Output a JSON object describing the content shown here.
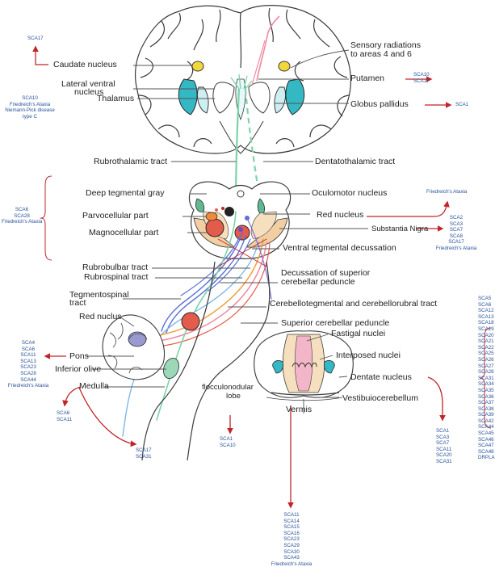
{
  "colors": {
    "outline": "#3a3a3a",
    "ventricle": "#34b8c4",
    "nucleus_yellow": "#f2d83a",
    "red_nucleus": "#e35b4a",
    "substantia": "#f2cfa2",
    "green_tract": "#7cd3a8",
    "blue_tract": "#5a6fd6",
    "pink_tract": "#f08aa0",
    "orange_tract": "#f0a040",
    "arrow_red": "#c0252a",
    "gene_text": "#27519a"
  },
  "labels": {
    "caudate": "Caudate nucleus",
    "lateral_ventral_1": "Lateral ventral",
    "lateral_ventral_2": "nucleus",
    "thalamus": "Thalamus",
    "sensory_1": "Sensory radiations",
    "sensory_2": "to areas 4 and 6",
    "putamen": "Putamen",
    "globus": "Globus pallidus",
    "rubrothalamic": "Rubrothalamic tract",
    "dentatothalamic": "Dentatothalamic tract",
    "deep_tegmental": "Deep tegmental gray",
    "oculomotor": "Oculomotor nucleus",
    "parvocellular": "Parvocellular part",
    "red_nucleus": "Red nucleus",
    "magnocellular": "Magnocellular part",
    "substantia_nigra": "Substantia Nigra",
    "ventral_tegmental": "Ventral tegmental decussation",
    "rubrobulbar": "Rubrobulbar tract",
    "rubrospinal": "Rubrospinal tract",
    "decussation_1": "Decussation of superior",
    "decussation_2": "cerebellar peduncle",
    "tegmentospinal_1": "Tegmentospinal",
    "tegmentospinal_2": "tract",
    "red_nuclus_left": "Red nuclus",
    "cerebellotegmental": "Cerebellotegmental and cerebellorubral tract",
    "superior_peduncle": "Superior cerebellar peduncle",
    "pons": "Pons",
    "inferior_olive": "Inferior olive",
    "medulla": "Medulla",
    "fastigal": "Fastigal nuclei",
    "interposed": "Interposed nuclei",
    "dentate": "Dentate nucleus",
    "flocculo_1": "flocculonodular",
    "flocculo_2": "lobe",
    "vestibulo": "Vestibuiocerebellum",
    "vermis": "Vermis"
  },
  "genes": {
    "caudate": [
      "SCA17"
    ],
    "thalamus": [
      "SCA10",
      "Friedreich's Ataxia",
      "Niemann-Pick disease",
      "type C"
    ],
    "putamen": [
      "SCA10",
      "SCA17"
    ],
    "globus": [
      "SCA1"
    ],
    "midbrain_left": [
      "SCA6",
      "SCA28",
      "Friedreich's Ataxia"
    ],
    "red_nucleus": [
      "Friedreich's Ataxia"
    ],
    "substantia_nigra": [
      "SCA2",
      "SCA3",
      "SCA7",
      "SCA8",
      "SCA17",
      "Friedreich's Ataxia"
    ],
    "pons": [
      "SCA4",
      "SCA6",
      "SCA11",
      "SCA13",
      "SCA23",
      "SCA28",
      "SCA44",
      "Friedreich's Ataxia"
    ],
    "medulla": [
      "SCA6",
      "SCA11"
    ],
    "inferior_olive": [
      "SCA17",
      "SCA31"
    ],
    "flocculonodular": [
      "SCA1",
      "SCA10"
    ],
    "vermis": [
      "SCA11",
      "SCA14",
      "SCA15",
      "SCA16",
      "SCA23",
      "SCA29",
      "SCA30",
      "SCA43",
      "Friedreich's Ataxia"
    ],
    "dentate": [
      "SCA1",
      "SCA3",
      "SCA7",
      "SCA11",
      "SCA20",
      "SCA31"
    ],
    "cerebellum_right": [
      "SCA5",
      "SCA6",
      "SCA12",
      "SCA13",
      "SCA18",
      "SCA19",
      "SCA20",
      "SCA21",
      "SCA22",
      "SCA25",
      "SCA26",
      "SCA27",
      "SCA28",
      "SCA31",
      "SCA34",
      "SCA35",
      "SCA36",
      "SCA37",
      "SCA38",
      "SCA39",
      "SCA42",
      "SCA44",
      "SCA45",
      "SCA46",
      "SCA47",
      "SCA48",
      "DRPLA"
    ]
  }
}
